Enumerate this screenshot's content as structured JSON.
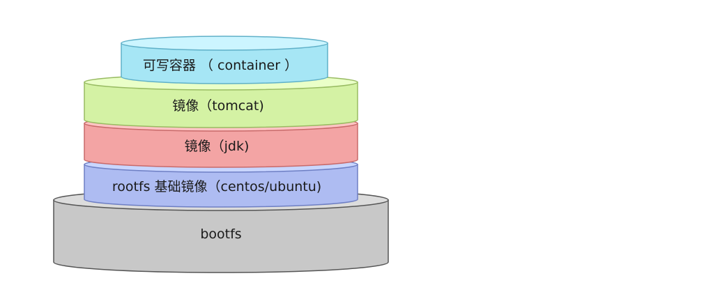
{
  "diagram": {
    "layers": [
      {
        "id": "bootfs",
        "label": "bootfs",
        "colors": {
          "top": "#dcdcdc",
          "side": "#c8c8c8",
          "stroke": "#555555"
        }
      },
      {
        "id": "rootfs",
        "label": "rootfs 基础镜像（centos/ubuntu)",
        "colors": {
          "top": "#c9d6ff",
          "side": "#aebcf2",
          "stroke": "#6e7fc4"
        }
      },
      {
        "id": "jdk",
        "label": "镜像（jdk)",
        "colors": {
          "top": "#ffc4c4",
          "side": "#f3a4a4",
          "stroke": "#c86a6a"
        }
      },
      {
        "id": "tomcat",
        "label": "镜像（tomcat)",
        "colors": {
          "top": "#eaffc8",
          "side": "#d4f2a4",
          "stroke": "#98bb62"
        }
      },
      {
        "id": "container",
        "label": "可写容器 （ container ）",
        "colors": {
          "top": "#ccf5ff",
          "side": "#a6e6f5",
          "stroke": "#5fb0c8"
        }
      }
    ]
  }
}
